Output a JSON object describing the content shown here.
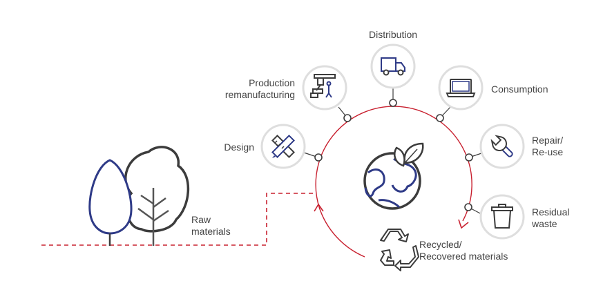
{
  "diagram": {
    "raw_materials": [
      "Raw",
      "materials"
    ],
    "design": "Design",
    "production": [
      "Production",
      "remanufacturing"
    ],
    "distribution": "Distribution",
    "consumption": "Consumption",
    "repair": [
      "Repair/",
      "Re-use"
    ],
    "residual": [
      "Residual",
      "waste"
    ],
    "recycled": [
      "Recycled/",
      "Recovered materials"
    ]
  },
  "colors": {
    "accent_red": "#c8202f",
    "navy": "#2e3a87",
    "dark": "#3c3c3c",
    "ring": "#dedede"
  },
  "icons": [
    "tree-icon",
    "design-tools-icon",
    "robot-arm-icon",
    "truck-icon",
    "laptop-icon",
    "wrench-icon",
    "trash-bin-icon",
    "recycle-icon",
    "globe-leaf-icon"
  ]
}
